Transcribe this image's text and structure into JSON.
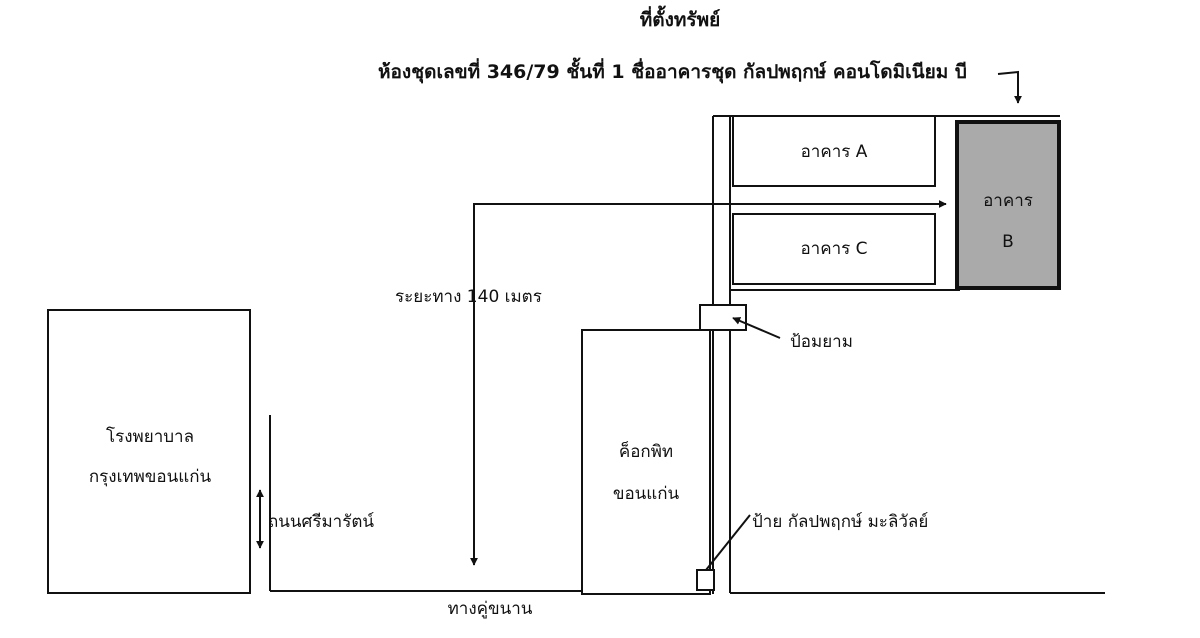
{
  "title": "ที่ตั้งทรัพย์",
  "subtitle": "ห้องชุดเลขที่ 346/79 ชั้นที่ 1 ชื่ออาคารชุด กัลปพฤกษ์ คอนโดมิเนียม บี",
  "hospital": {
    "line1": "โรงพยาบาล",
    "line2": "กรุงเทพขอนแก่น"
  },
  "road_name": "ถนนศรีมารัตน์",
  "distance_label": "ระยะทาง 140 เมตร",
  "klong_label": "ทางคู่ขนาน",
  "store": {
    "line1": "ค็อกพิท",
    "line2": "ขอนแก่น"
  },
  "guard_label": "ป้อมยาม",
  "sign_label": "ป้าย กัลปพฤกษ์ มะลิวัลย์",
  "building_a": "อาคาร A",
  "building_c": "อาคาร C",
  "building_b": {
    "line1": "อาคาร",
    "line2": "B"
  },
  "colors": {
    "ink": "#111111",
    "building_b_fill": "#aaaaaa"
  }
}
